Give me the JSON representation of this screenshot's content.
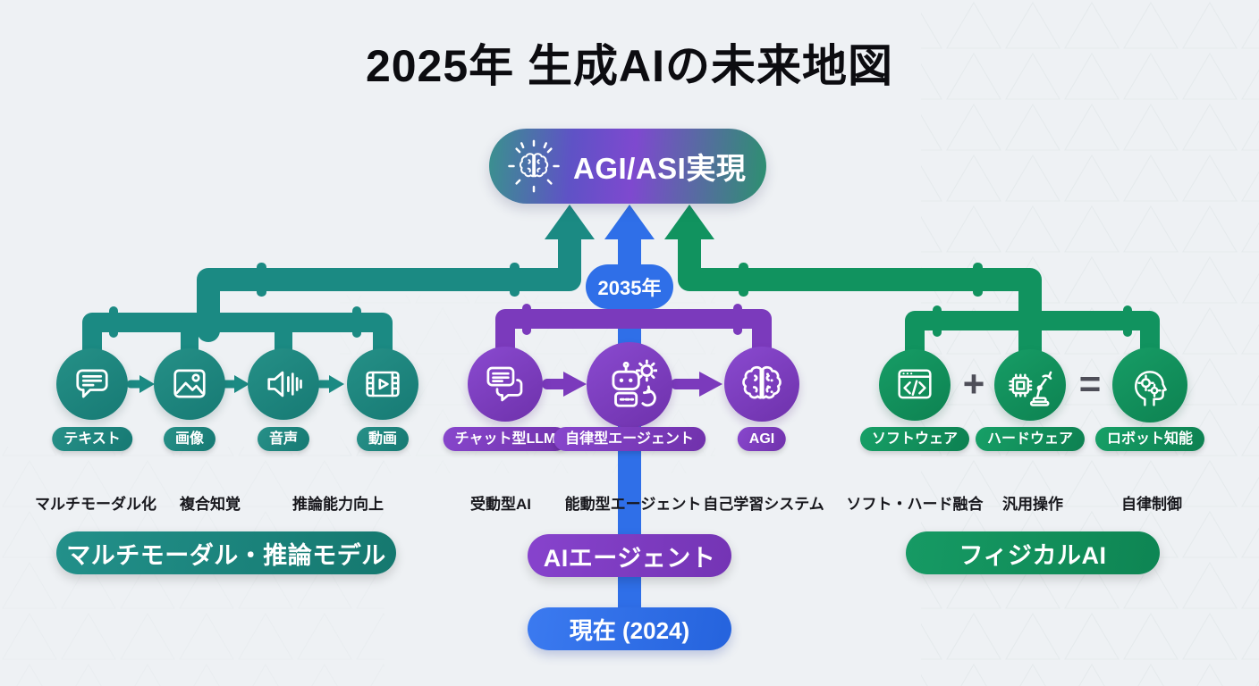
{
  "title": "2025年 生成AIの未来地図",
  "goal": {
    "label": "AGI/ASI実現",
    "icon": "brain-rays"
  },
  "timeline": {
    "future": "2035年",
    "present": "現在 (2024)"
  },
  "branches": {
    "left": {
      "category": "マルチモーダル・推論モデル",
      "nodes": [
        {
          "label": "テキスト",
          "icon": "text-chat"
        },
        {
          "label": "画像",
          "icon": "image"
        },
        {
          "label": "音声",
          "icon": "audio"
        },
        {
          "label": "動画",
          "icon": "video"
        }
      ],
      "milestones": [
        "マルチモーダル化",
        "複合知覚",
        "推論能力向上"
      ]
    },
    "center": {
      "category": "AIエージェント",
      "nodes": [
        {
          "label": "チャット型LLM",
          "icon": "chat-llm"
        },
        {
          "label": "自律型エージェント",
          "icon": "robot-gear"
        },
        {
          "label": "AGI",
          "icon": "brain-circuit"
        }
      ],
      "milestones": [
        "受動型AI",
        "能動型エージェント",
        "自己学習システム"
      ]
    },
    "right": {
      "category": "フィジカルAI",
      "operators": [
        "+",
        "="
      ],
      "nodes": [
        {
          "label": "ソフトウェア",
          "icon": "code-window"
        },
        {
          "label": "ハードウェア",
          "icon": "chip-robot-arm"
        },
        {
          "label": "ロボット知能",
          "icon": "head-gears"
        }
      ],
      "milestones": [
        "ソフト・ハード融合",
        "汎用操作",
        "自律制御"
      ]
    }
  },
  "colors": {
    "teal": "#1b8a83",
    "purple": "#7b3abc",
    "green": "#11935f",
    "blue": "#2f6fe8",
    "ink": "#17171c",
    "background": "#eef1f4"
  }
}
